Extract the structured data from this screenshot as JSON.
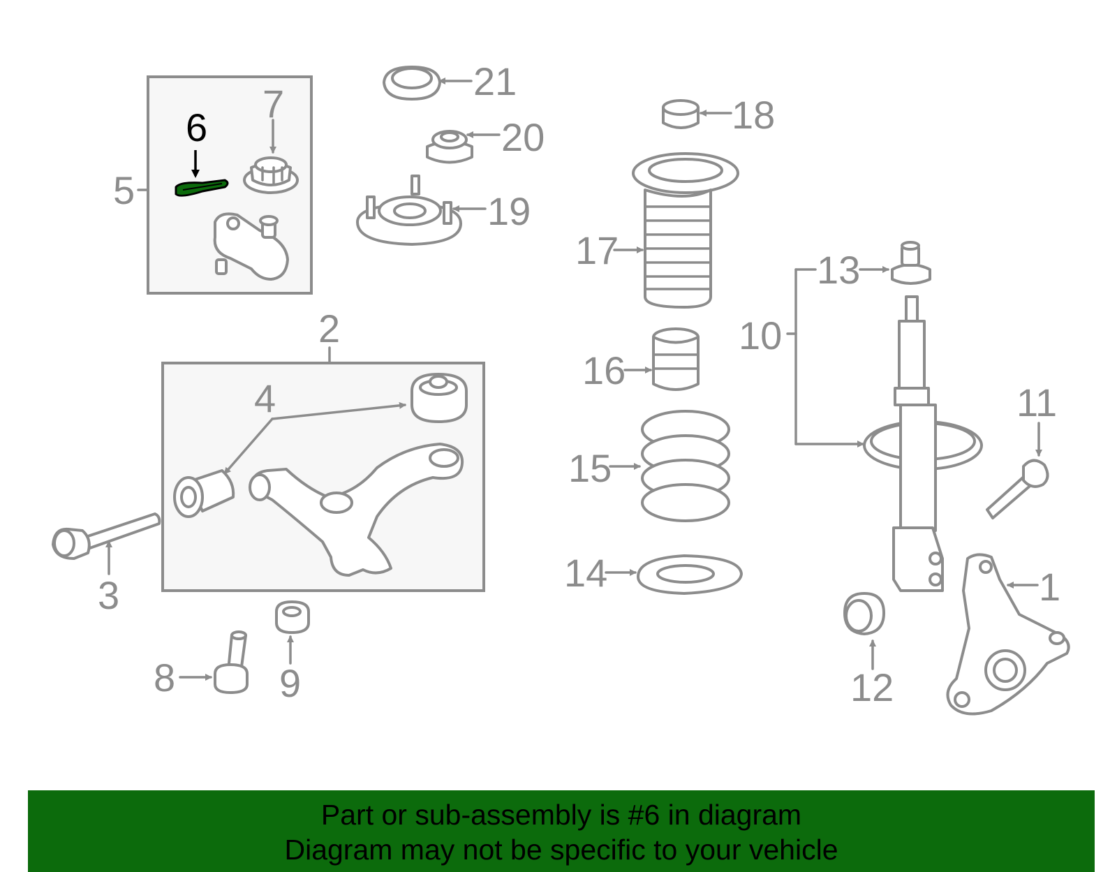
{
  "callouts": {
    "c1": "1",
    "c2": "2",
    "c3": "3",
    "c4": "4",
    "c5": "5",
    "c6": "6",
    "c7": "7",
    "c8": "8",
    "c9": "9",
    "c10": "10",
    "c11": "11",
    "c12": "12",
    "c13": "13",
    "c14": "14",
    "c15": "15",
    "c16": "16",
    "c17": "17",
    "c18": "18",
    "c19": "19",
    "c20": "20",
    "c21": "21"
  },
  "highlight": {
    "part": "6",
    "color": "#0c6b0c"
  },
  "colors": {
    "line": "#8c8c8c",
    "banner": "#0c6b0c",
    "box_fill": "#f7f7f7"
  },
  "banner": {
    "line1": "Part or sub-assembly is #6 in diagram",
    "line2": "Diagram may not be specific to your vehicle"
  }
}
